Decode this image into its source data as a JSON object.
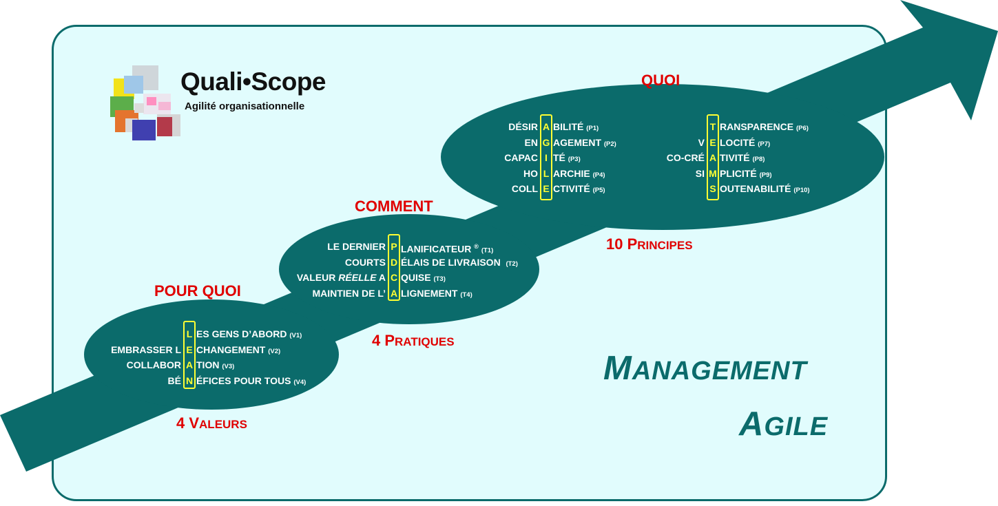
{
  "logo": {
    "title": "Quali•Scope",
    "subtitle": "Agilité organisationnelle"
  },
  "sections": [
    {
      "id": "lean",
      "heading": "POUR QUOI",
      "footer": {
        "big": "4 V",
        "small": "ALEURS"
      },
      "rows": [
        {
          "left": "",
          "acr": "L",
          "right": "ES GENS D’ABORD",
          "tag": "(V1)"
        },
        {
          "left": "EMBRASSER L",
          "acr": "E",
          "right": "CHANGEMENT",
          "tag": "(V2)"
        },
        {
          "left": "COLLABOR",
          "acr": "A",
          "right": "TION",
          "tag": "(V3)"
        },
        {
          "left": "BÉ",
          "acr": "N",
          "right": "ÉFICES POUR TOUS",
          "tag": "(V4)"
        }
      ]
    },
    {
      "id": "pdca",
      "heading": "COMMENT",
      "footer": {
        "big": "4 P",
        "small": "RATIQUES"
      },
      "rows": [
        {
          "left": "LE DERNIER",
          "acr": "P",
          "right": "LANIFICATEUR",
          "sup": "®",
          "tag": "(T1)"
        },
        {
          "left": "COURTS",
          "acr": "D",
          "right": "ÉLAIS DE LIVRAISON",
          "tag": "(T2)"
        },
        {
          "left_pre": "VALEUR ",
          "left_italic": "RÉELLE",
          "left": " A",
          "acr": "C",
          "right": "QUISE",
          "tag": "(T3)"
        },
        {
          "left": "MAINTIEN DE L’",
          "acr": "A",
          "right": "LIGNEMENT",
          "tag": "(T4)"
        }
      ]
    },
    {
      "id": "agile",
      "heading": "QUOI",
      "footer": {
        "big": "10 P",
        "small": "RINCIPES"
      },
      "rows": [
        {
          "left": "DÉSIR",
          "acr": "A",
          "right": "BILITÉ",
          "tag": "(P1)"
        },
        {
          "left": "EN",
          "acr": "G",
          "right": "AGEMENT",
          "tag": "(P2)"
        },
        {
          "left": "CAPAC",
          "acr": "I",
          "right": "TÉ",
          "tag": "(P3)"
        },
        {
          "left": "HO",
          "acr": "L",
          "right": "ARCHIE",
          "tag": "(P4)"
        },
        {
          "left": "COLL",
          "acr": "E",
          "right": "CTIVITÉ",
          "tag": "(P5)"
        }
      ]
    },
    {
      "id": "teams",
      "rows": [
        {
          "left": "",
          "acr": "T",
          "right": "RANSPARENCE",
          "tag": "(P6)"
        },
        {
          "left": "V",
          "acr": "E",
          "right": "LOCITÉ",
          "tag": "(P7)"
        },
        {
          "left": "CO-CRÉ",
          "acr": "A",
          "right": "TIVITÉ",
          "tag": "(P8)"
        },
        {
          "left": "SI",
          "acr": "M",
          "right": "PLICITÉ",
          "tag": "(P9)"
        },
        {
          "left": "",
          "acr": "S",
          "right": "OUTENABILITÉ",
          "tag": "(P10)"
        }
      ]
    }
  ],
  "title": {
    "line1": {
      "big": "M",
      "small": "ANAGEMENT"
    },
    "line2": {
      "big": "A",
      "small": "GILE"
    }
  },
  "colors": {
    "teal": "#0b6b6b",
    "panel_bg": "#e1fcfd",
    "heading_red": "#e00000",
    "acronym_yellow": "#ffff33"
  }
}
